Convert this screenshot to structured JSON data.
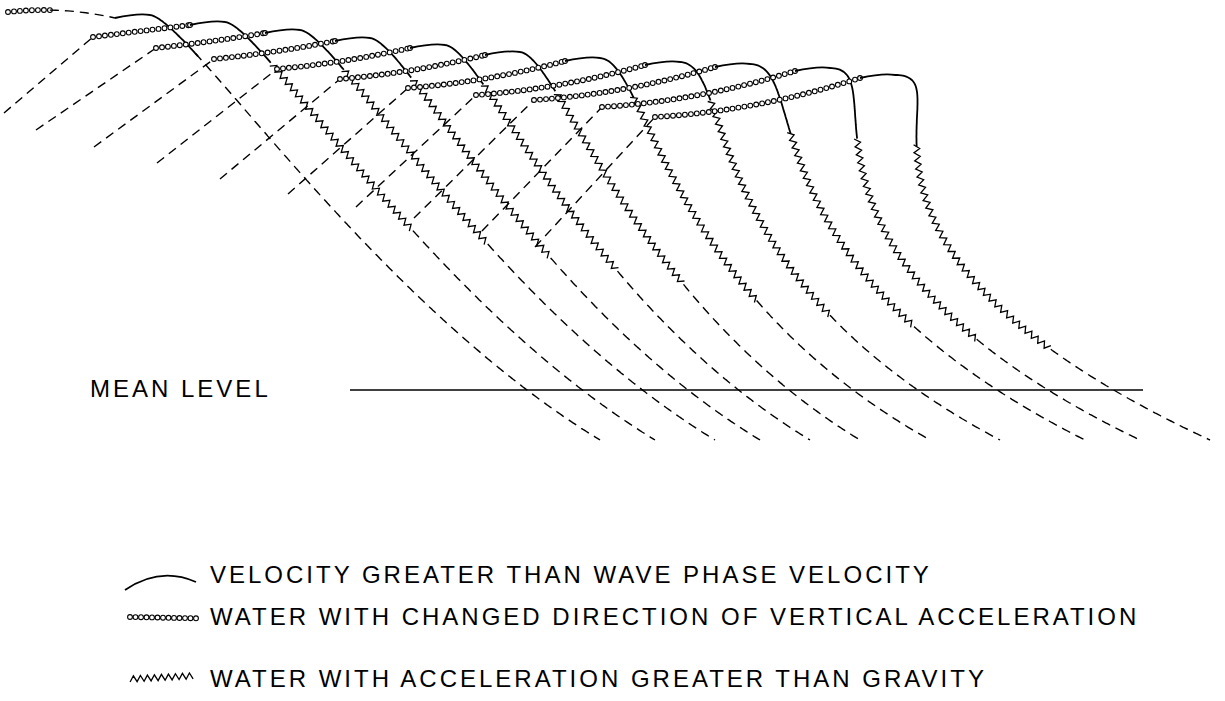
{
  "diagram": {
    "labels": [
      "MEAN LEVEL"
    ],
    "legend": [
      {
        "text": "VELOCITY GREATER THAN WAVE PHASE VELOCITY"
      },
      {
        "text": "WATER WITH CHANGED DIRECTION OF VERTICAL ACCELERATION"
      },
      {
        "text": "WATER WITH ACCELERATION GREATER THAN GRAVITY"
      }
    ]
  }
}
